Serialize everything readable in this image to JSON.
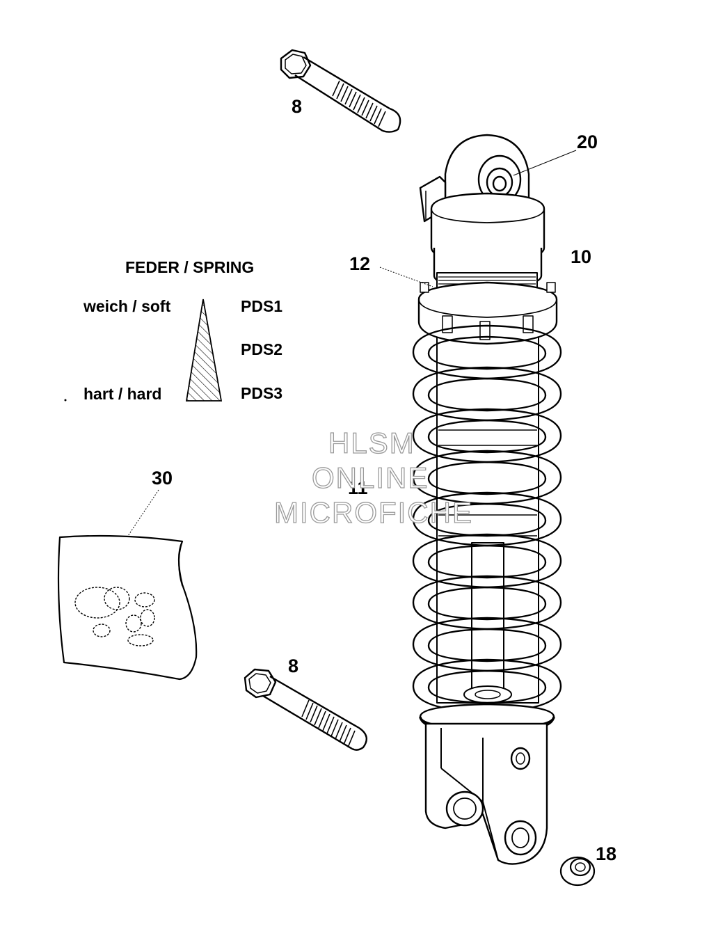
{
  "callouts": {
    "bolt_top": "8",
    "bolt_bottom": "8",
    "bushing": "20",
    "shock_absorber": "10",
    "adjuster_ring": "12",
    "spring": "11",
    "sticker": "30",
    "cap": "18"
  },
  "legend": {
    "title": "FEDER / SPRING",
    "soft": "weich / soft",
    "hard": "hart / hard",
    "grades": [
      "PDS1",
      "PDS2",
      "PDS3"
    ]
  },
  "watermark": {
    "line1": "HLSM",
    "line2": "ONLINE",
    "line3": "MICROFICHE"
  }
}
